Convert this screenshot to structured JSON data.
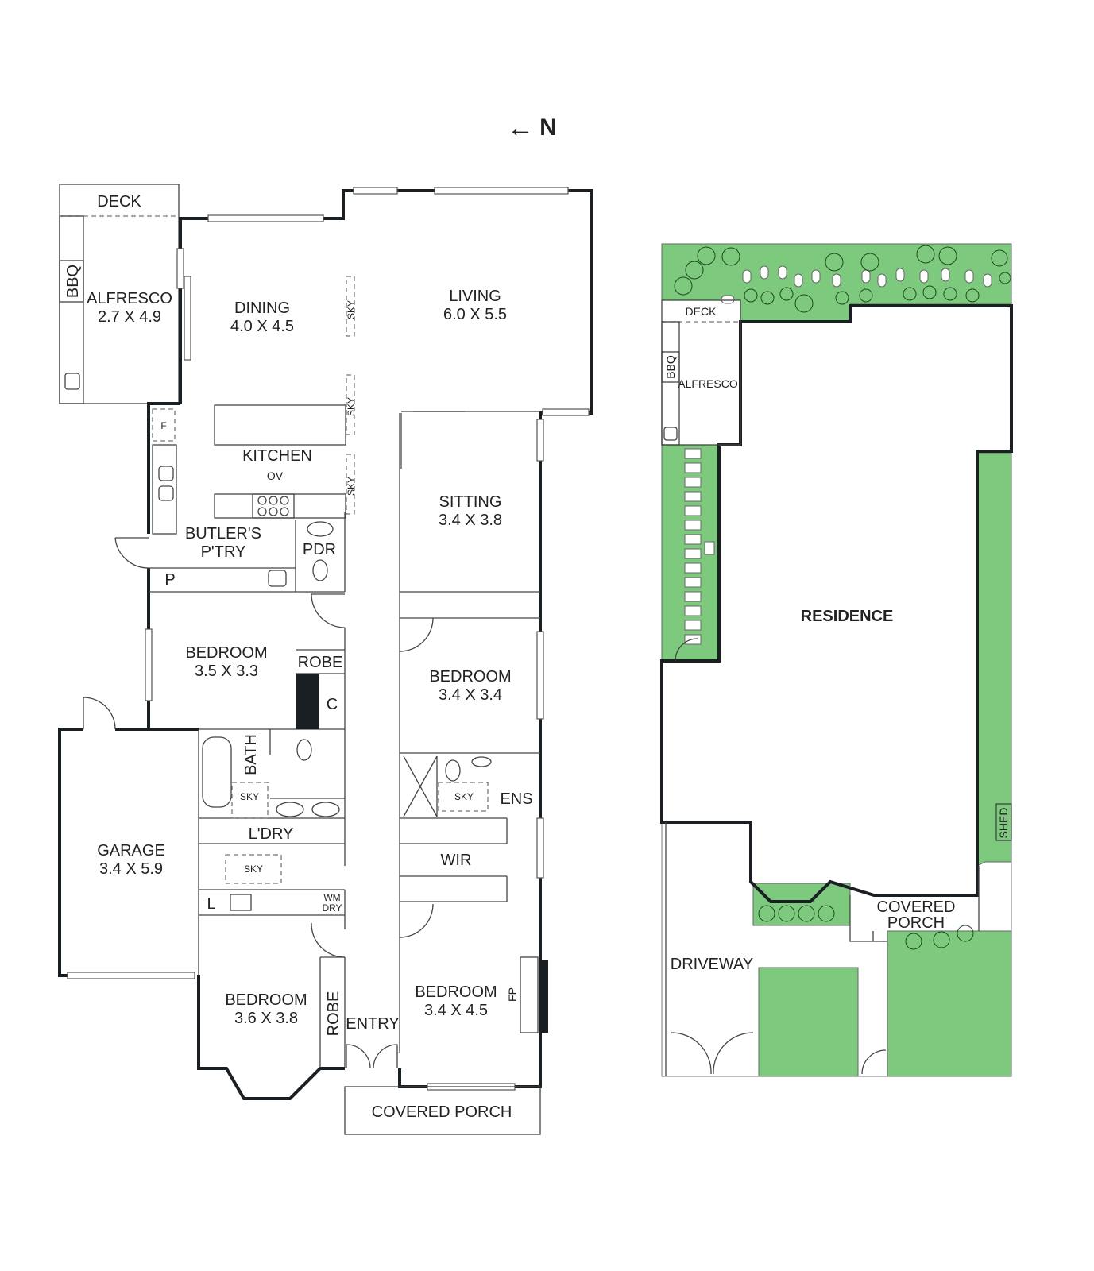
{
  "compass": {
    "arrow": "←",
    "label": "N"
  },
  "floorplan": {
    "rooms": {
      "deck": "DECK",
      "bbq": "BBQ",
      "alfresco": {
        "name": "ALFRESCO",
        "size": "2.7 X 4.9"
      },
      "dining": {
        "name": "DINING",
        "size": "4.0 X 4.5"
      },
      "living": {
        "name": "LIVING",
        "size": "6.0 X 5.5"
      },
      "kitchen": "KITCHEN",
      "oven": "OV",
      "fridge": "F",
      "butlers_pantry": {
        "line1": "BUTLER'S",
        "line2": "P'TRY"
      },
      "pantry": "P",
      "pdr": "PDR",
      "sitting": {
        "name": "SITTING",
        "size": "3.4 X 3.8"
      },
      "bedroom1": {
        "name": "BEDROOM",
        "size": "3.5 X 3.3"
      },
      "robe1": "ROBE",
      "cupboard": "C",
      "bedroom2": {
        "name": "BEDROOM",
        "size": "3.4 X 3.4"
      },
      "bath": "BATH",
      "ensuite": "ENS",
      "laundry": "L'DRY",
      "wir": "WIR",
      "garage": {
        "name": "GARAGE",
        "size": "3.4 X 5.9"
      },
      "linen": "L",
      "wm_dry": {
        "line1": "WM",
        "line2": "DRY"
      },
      "bedroom3": {
        "name": "BEDROOM",
        "size": "3.6 X 3.8"
      },
      "robe2": "ROBE",
      "entry": "ENTRY",
      "bedroom4": {
        "name": "BEDROOM",
        "size": "3.4 X 4.5"
      },
      "fireplace": "FP",
      "covered_porch": "COVERED PORCH"
    },
    "skylight": "SKY"
  },
  "siteplan": {
    "deck": "DECK",
    "bbq": "BBQ",
    "alfresco": "ALFRESCO",
    "residence": "RESIDENCE",
    "shed": "SHED",
    "covered_porch": {
      "line1": "COVERED",
      "line2": "PORCH"
    },
    "driveway": "DRIVEWAY"
  },
  "colors": {
    "garden": "#7dc97d",
    "walls": "#1a1f24"
  }
}
